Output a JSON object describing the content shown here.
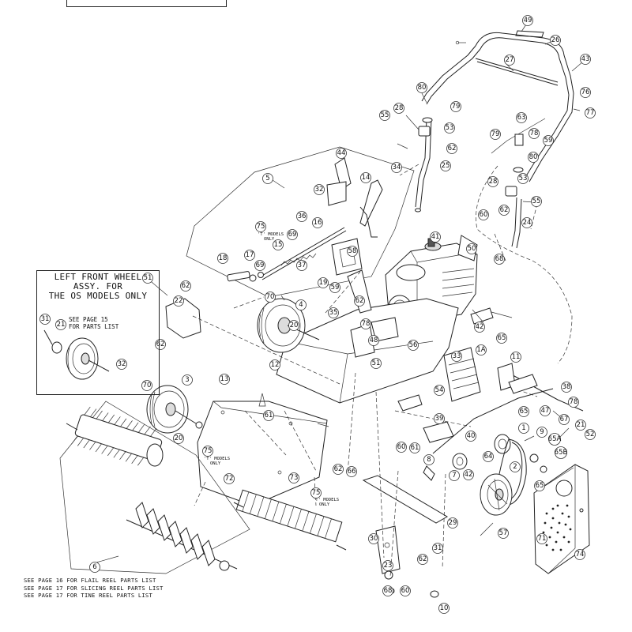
{
  "inset": {
    "title_lines": [
      "LEFT FRONT WHEEL",
      "ASSY. FOR",
      "THE OS MODELS ONLY"
    ],
    "see_lines": [
      "SEE PAGE 15",
      "FOR PARTS LIST"
    ]
  },
  "notes": [
    "SEE PAGE 16 FOR FLAIL REEL PARTS LIST",
    "SEE PAGE 17 FOR SLICING REEL PARTS LIST",
    "SEE PAGE 17 FOR TINE REEL PARTS LIST"
  ],
  "model_note": [
    "'T' MODELS",
    "ONLY"
  ],
  "parts": [
    {
      "id": "49"
    },
    {
      "id": "26"
    },
    {
      "id": "27"
    },
    {
      "id": "43"
    },
    {
      "id": "76"
    },
    {
      "id": "77"
    },
    {
      "id": "80"
    },
    {
      "id": "79"
    },
    {
      "id": "28"
    },
    {
      "id": "55"
    },
    {
      "id": "53"
    },
    {
      "id": "62"
    },
    {
      "id": "25"
    },
    {
      "id": "63"
    },
    {
      "id": "79"
    },
    {
      "id": "78"
    },
    {
      "id": "59"
    },
    {
      "id": "80"
    },
    {
      "id": "53"
    },
    {
      "id": "28"
    },
    {
      "id": "62"
    },
    {
      "id": "55"
    },
    {
      "id": "60"
    },
    {
      "id": "24"
    },
    {
      "id": "68"
    },
    {
      "id": "44"
    },
    {
      "id": "34"
    },
    {
      "id": "5"
    },
    {
      "id": "32"
    },
    {
      "id": "14"
    },
    {
      "id": "36"
    },
    {
      "id": "16"
    },
    {
      "id": "75"
    },
    {
      "id": "69"
    },
    {
      "id": "15"
    },
    {
      "id": "58"
    },
    {
      "id": "18"
    },
    {
      "id": "17"
    },
    {
      "id": "69"
    },
    {
      "id": "37"
    },
    {
      "id": "19"
    },
    {
      "id": "59"
    },
    {
      "id": "41"
    },
    {
      "id": "50"
    },
    {
      "id": "51"
    },
    {
      "id": "62"
    },
    {
      "id": "22"
    },
    {
      "id": "62"
    },
    {
      "id": "70"
    },
    {
      "id": "4"
    },
    {
      "id": "20"
    },
    {
      "id": "62"
    },
    {
      "id": "35"
    },
    {
      "id": "78"
    },
    {
      "id": "48"
    },
    {
      "id": "51"
    },
    {
      "id": "56"
    },
    {
      "id": "42"
    },
    {
      "id": "1A"
    },
    {
      "id": "65"
    },
    {
      "id": "12"
    },
    {
      "id": "33"
    },
    {
      "id": "11"
    },
    {
      "id": "38"
    },
    {
      "id": "31"
    },
    {
      "id": "21"
    },
    {
      "id": "32"
    },
    {
      "id": "70"
    },
    {
      "id": "3"
    },
    {
      "id": "13"
    },
    {
      "id": "54"
    },
    {
      "id": "65"
    },
    {
      "id": "47"
    },
    {
      "id": "78"
    },
    {
      "id": "67"
    },
    {
      "id": "61"
    },
    {
      "id": "39"
    },
    {
      "id": "40"
    },
    {
      "id": "20"
    },
    {
      "id": "60"
    },
    {
      "id": "61"
    },
    {
      "id": "1"
    },
    {
      "id": "9"
    },
    {
      "id": "65A"
    },
    {
      "id": "8"
    },
    {
      "id": "21"
    },
    {
      "id": "52"
    },
    {
      "id": "75"
    },
    {
      "id": "64"
    },
    {
      "id": "42"
    },
    {
      "id": "65B"
    },
    {
      "id": "62"
    },
    {
      "id": "66"
    },
    {
      "id": "72"
    },
    {
      "id": "73"
    },
    {
      "id": "7"
    },
    {
      "id": "2"
    },
    {
      "id": "65"
    },
    {
      "id": "75"
    },
    {
      "id": "57"
    },
    {
      "id": "71"
    },
    {
      "id": "74"
    },
    {
      "id": "29"
    },
    {
      "id": "30"
    },
    {
      "id": "31"
    },
    {
      "id": "6"
    },
    {
      "id": "62"
    },
    {
      "id": "23"
    },
    {
      "id": "68"
    },
    {
      "id": "60"
    },
    {
      "id": "10"
    }
  ]
}
